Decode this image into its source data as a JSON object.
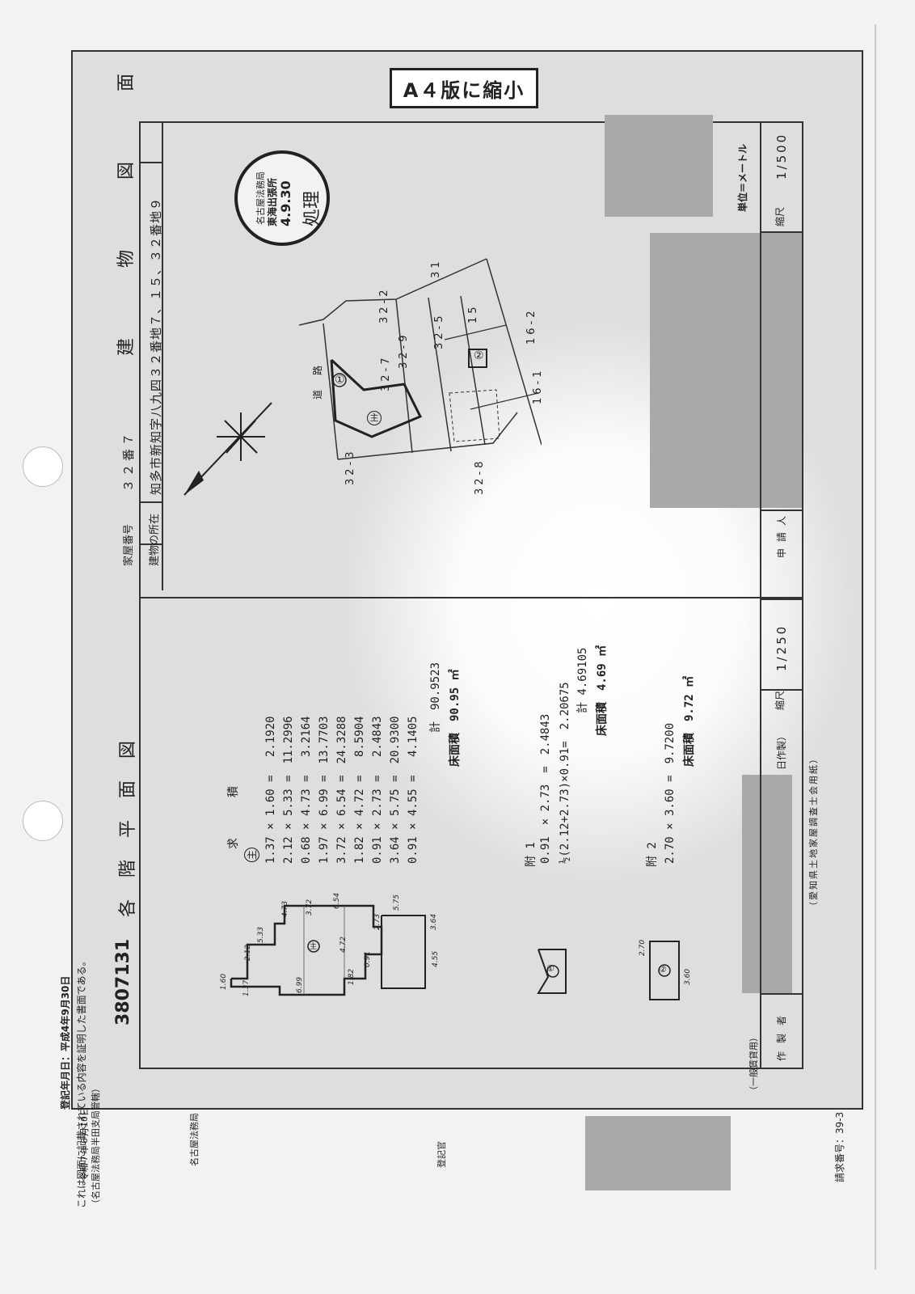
{
  "header": {
    "reduction_label": "A４版に縮小",
    "registration_date": "登記年月日：平成4年9月30日",
    "request_number": "請求番号：39-3"
  },
  "left_column": {
    "certificate_text": "これは図面に記載されている内容を証明した書面である。",
    "office_paren": "（名古屋法務局半田支局管轄）",
    "date": "令和７年６月10日",
    "office": "名古屋法務局",
    "registrar": "登記官"
  },
  "top_table": {
    "house_number_label": "家屋番号",
    "house_number": "３２番７",
    "location_label": "建物の所在",
    "location": "知多市新知字八九四３２番地７、１５、３２番地９",
    "chiban_note": "番地"
  },
  "titles": {
    "floor_plan_id": "3807131",
    "floor_plan_title": "各 階 平 面 図",
    "building_title": "建 物 図 面"
  },
  "stamp": {
    "line1": "名古屋法務局",
    "line2": "東海出張所",
    "date": "4.9.30",
    "mark": "処理"
  },
  "site_plan": {
    "unit": "単位＝メートル",
    "scale_label": "縮尺",
    "scale": "1/500",
    "road": "道路",
    "lots": [
      "32-2",
      "31",
      "32-5",
      "15",
      "16-2",
      "32-7",
      "32-9",
      "16-1",
      "32-3",
      "32-8"
    ],
    "main_mark": "主",
    "annex_mark1": "①",
    "annex_mark2": "②"
  },
  "area_calc": {
    "main_heading": "求　積",
    "main_mark": "主",
    "main_rows": [
      "1.37 × 1.60 =　 2.1920",
      "2.12 × 5.33 =　11.2996",
      "0.68 × 4.73 =　 3.2164",
      "1.97 × 6.99 =　13.7703",
      "3.72 × 6.54 =　24.3288",
      "1.82 × 4.72 =　 8.5904",
      "0.91 × 2.73 =　 2.4843",
      "3.64 × 5.75 =　20.9300",
      "0.91 × 4.55 =　 4.1405"
    ],
    "main_total": "計　90.9523",
    "main_floor_area": "床面積　90.95 ㎡",
    "annex1_heading": "附 1",
    "annex1_rows": [
      "0.91　× 2.73　=　2.4843",
      "½(2.12+2.73)×0.91=　2.20675"
    ],
    "annex1_total": "計 4.69105",
    "annex1_floor_area": "床面積　4.69 ㎡",
    "annex2_heading": "附 2",
    "annex2_rows": [
      "2.70 × 3.60 =　9.7200"
    ],
    "annex2_floor_area": "床面積　9.72 ㎡"
  },
  "bottom_table": {
    "scale_label": "縮尺",
    "scale": "1/250",
    "applicant_label": "申請人",
    "maker_label": "作製者",
    "made_date_label": "日作製）",
    "paper_note": "（愛知県土地家屋調査士会用紙）",
    "form_note": "（一般賃貸用）"
  },
  "plan_labels": {
    "main": "主",
    "annex1": "①",
    "annex2": "②",
    "dims": [
      "1.60",
      "2.12",
      "5.33",
      "4.73",
      "6.99",
      "1.37",
      "6.54",
      "3.72",
      "4.72",
      "1.82",
      "2.73",
      "0.91",
      "5.75",
      "3.64",
      "4.55",
      "2.70",
      "3.60"
    ]
  }
}
